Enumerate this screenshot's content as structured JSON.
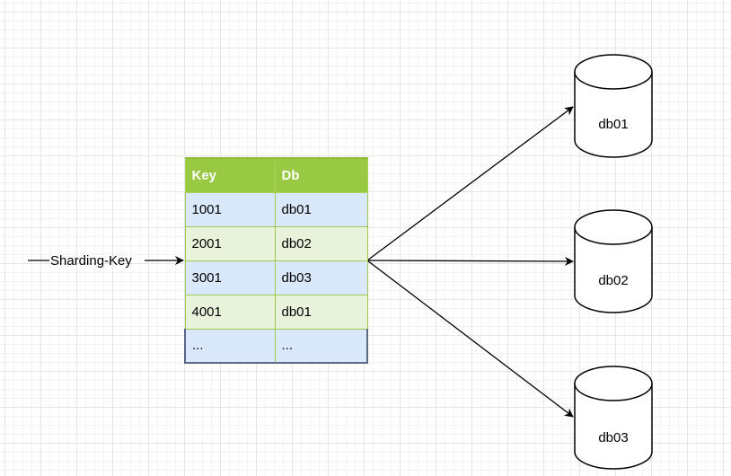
{
  "input_label": "Sharding-Key",
  "table": {
    "headers": [
      "Key",
      "Db"
    ],
    "rows": [
      [
        "1001",
        "db01"
      ],
      [
        "2001",
        "db02"
      ],
      [
        "3001",
        "db03"
      ],
      [
        "4001",
        "db01"
      ],
      [
        "...",
        "..."
      ]
    ]
  },
  "databases": [
    "db01",
    "db02",
    "db03"
  ],
  "colors": {
    "header_fill": "#99c842",
    "row_blue": "#dae8fc",
    "row_green": "#e9f2da",
    "grid": "#e6e6e6"
  }
}
